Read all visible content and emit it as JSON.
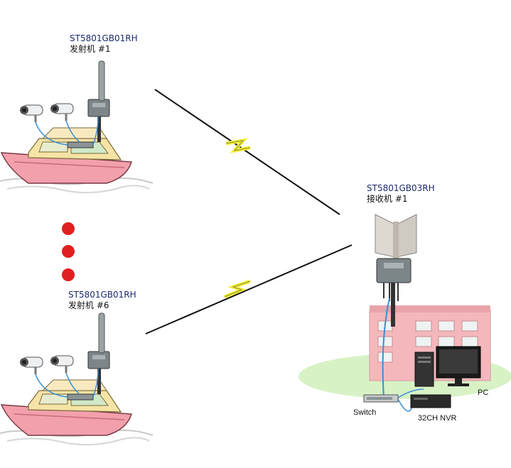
{
  "transmitter_1": {
    "model": "ST5801GB01RH",
    "name": "发射机 #1"
  },
  "transmitter_6": {
    "model": "ST5801GB01RH",
    "name": "发射机 #6"
  },
  "receiver_1": {
    "model": "ST5801GB03RH",
    "name": "接收机 #1"
  },
  "devices": {
    "switch": "Switch",
    "nvr": "32CH NVR",
    "pc": "PC"
  },
  "colors": {
    "boat_hull": "#f2a0ac",
    "boat_cabin": "#f6e3a6",
    "lightning": "#f4ef3a",
    "ellipsis_dots": "#e02020",
    "building": "#f4b8bc",
    "grass": "#d8f2c6",
    "cable": "#3a8fd6"
  },
  "icons": [
    "camera-icon",
    "antenna-icon",
    "transmitter-box-icon",
    "panel-antenna-icon",
    "lightning-icon",
    "switch-icon",
    "nvr-icon",
    "pc-icon",
    "building-icon",
    "boat-icon"
  ]
}
